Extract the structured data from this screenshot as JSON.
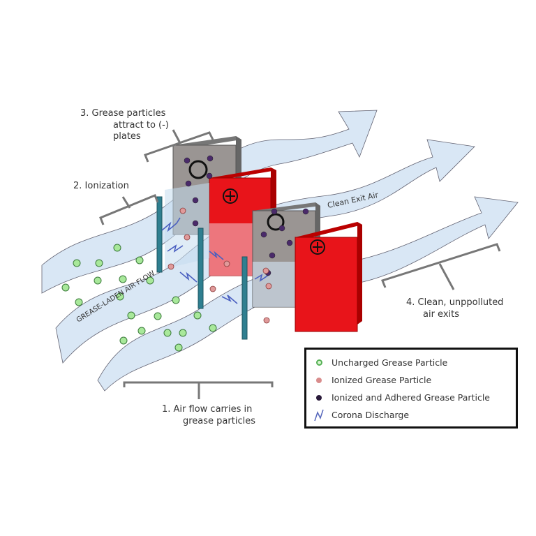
{
  "labels": {
    "step3_line1": "3. Grease particles",
    "step3_line2": "attract to (-)",
    "step3_line3": "plates",
    "step2": "2. Ionization",
    "clean_exit_air": "Clean Exit Air",
    "grease_laden": "GREASE-LADEN AIR FLOW",
    "step4_line1": "4. Clean, unppolluted",
    "step4_line2": "air exits",
    "step1_line1": "1. Air flow carries in",
    "step1_line2": "grease particles"
  },
  "legend": {
    "items": [
      {
        "label": "Uncharged Grease Particle",
        "icon": "green-circle",
        "color": "#9fe08f"
      },
      {
        "label": "Ionized Grease Particle",
        "icon": "pink-dot",
        "color": "#d98c8c"
      },
      {
        "label": "Ionized and Adhered Grease Particle",
        "icon": "dark-dot",
        "color": "#2a1a3a"
      },
      {
        "label": "Corona Discharge",
        "icon": "zigzag",
        "color": "#5566bb"
      }
    ]
  },
  "colors": {
    "flow": "#cfe0f2",
    "plate_negative": "#9a9593",
    "plate_positive": "#e8141a",
    "rod": "#2f7f90"
  }
}
